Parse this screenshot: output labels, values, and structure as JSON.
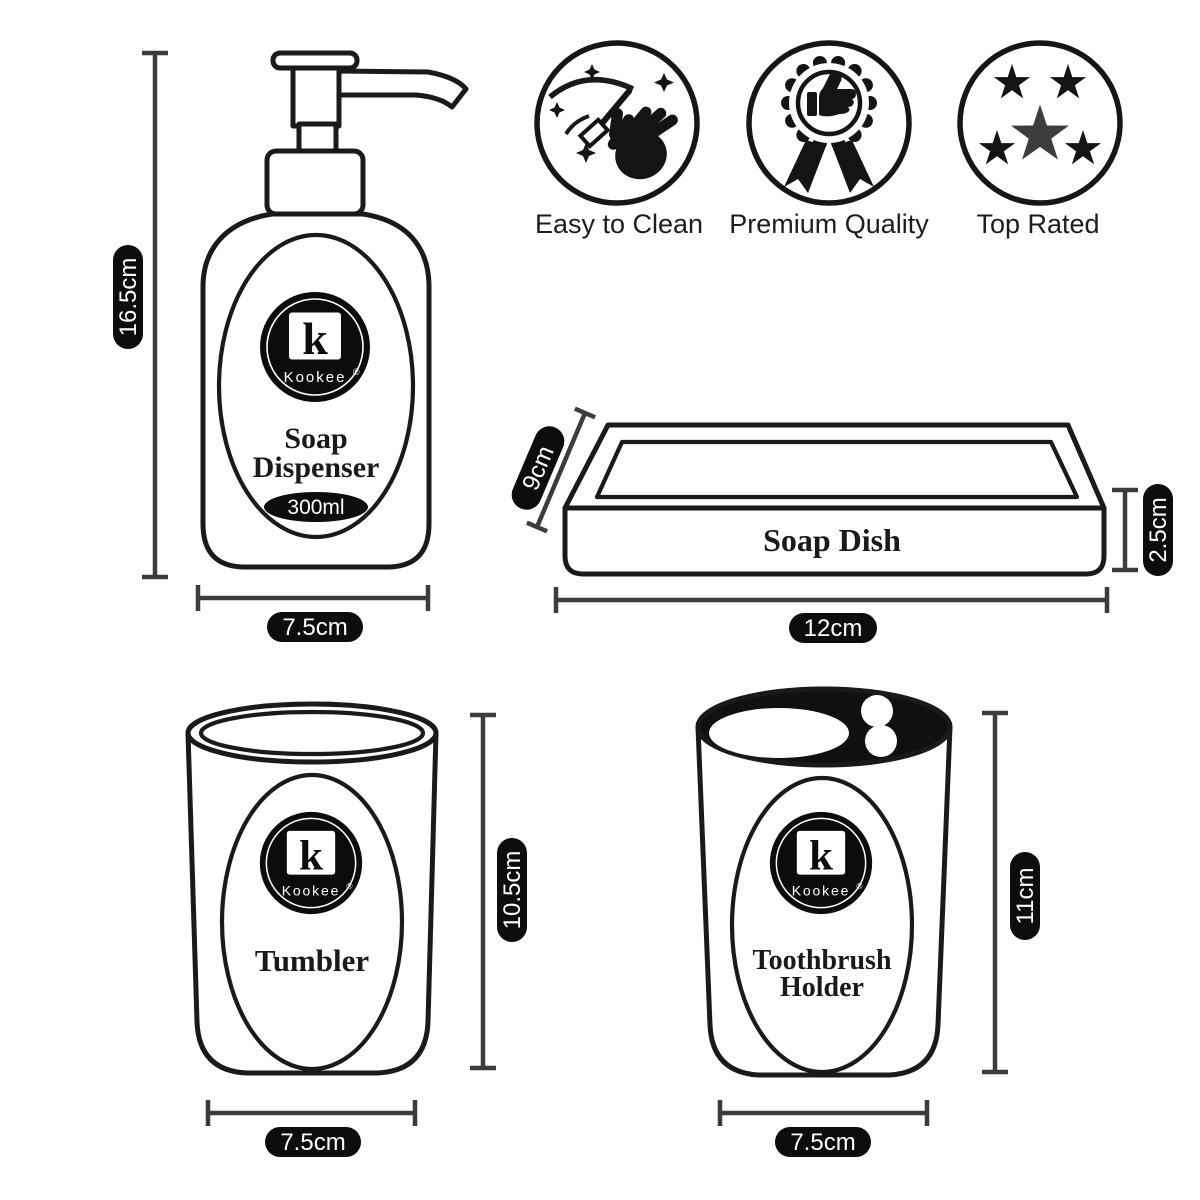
{
  "brand": {
    "name": "Kookee",
    "glyph": "k",
    "registered": "®"
  },
  "badges": {
    "items": [
      {
        "label": "Easy to Clean",
        "icon": "hand-sparkle-icon"
      },
      {
        "label": "Premium Quality",
        "icon": "thumbs-up-medal-icon"
      },
      {
        "label": "Top Rated",
        "icon": "five-stars-icon"
      }
    ]
  },
  "soap_dispenser": {
    "name_line1": "Soap",
    "name_line2": "Dispenser",
    "capacity": "300ml",
    "height_label": "16.5cm",
    "width_label": "7.5cm"
  },
  "soap_dish": {
    "name": "Soap Dish",
    "depth_label": "9cm",
    "height_label": "2.5cm",
    "width_label": "12cm"
  },
  "tumbler": {
    "name": "Tumbler",
    "height_label": "10.5cm",
    "width_label": "7.5cm"
  },
  "toothbrush_holder": {
    "name_line1": "Toothbrush",
    "name_line2": "Holder",
    "height_label": "11cm",
    "width_label": "7.5cm"
  },
  "colors": {
    "ink": "#1a1a1a",
    "dim_line": "#3c3c3c",
    "pill_bg": "#0d0d0d",
    "pill_text": "#ffffff",
    "background": "#ffffff",
    "big_star": "#3d3d3d"
  }
}
